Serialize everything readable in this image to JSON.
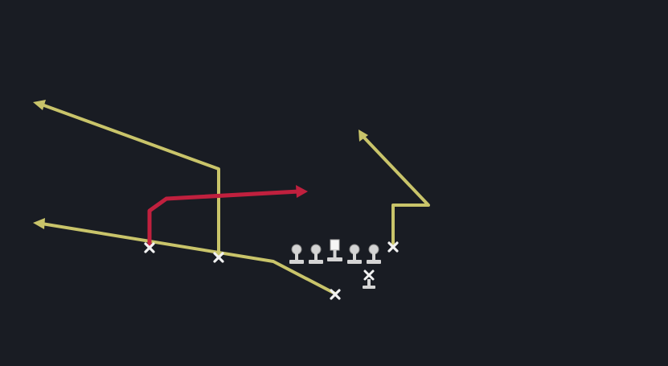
{
  "diagram": {
    "kind": "football-play",
    "background_color": "#191c23",
    "colors": {
      "route": "#c9c46a",
      "highlight_route": "#c0203e",
      "player_marker": "#f2f2f2",
      "lineman": "#d4d4d4"
    },
    "offense": {
      "receivers": [
        {
          "id": "receiver-1",
          "route": "deep-post-left",
          "route_color": "route"
        },
        {
          "id": "receiver-2",
          "route": "out-and-up-left",
          "route_color": "route"
        },
        {
          "id": "receiver-3",
          "route": "flat-left",
          "route_color": "route"
        },
        {
          "id": "receiver-4",
          "route": "corner-up-left",
          "route_color": "route"
        },
        {
          "id": "receiver-5",
          "route": "wheel-in",
          "route_color": "highlight_route"
        }
      ],
      "linemen": [
        "lineman-1",
        "lineman-2",
        "center",
        "lineman-4",
        "lineman-5"
      ],
      "backs": [
        "running-back"
      ]
    },
    "icons": {
      "player": "x-mark-icon",
      "lineman": "lineman-icon",
      "center": "center-icon",
      "arrow": "arrowhead-icon"
    }
  }
}
